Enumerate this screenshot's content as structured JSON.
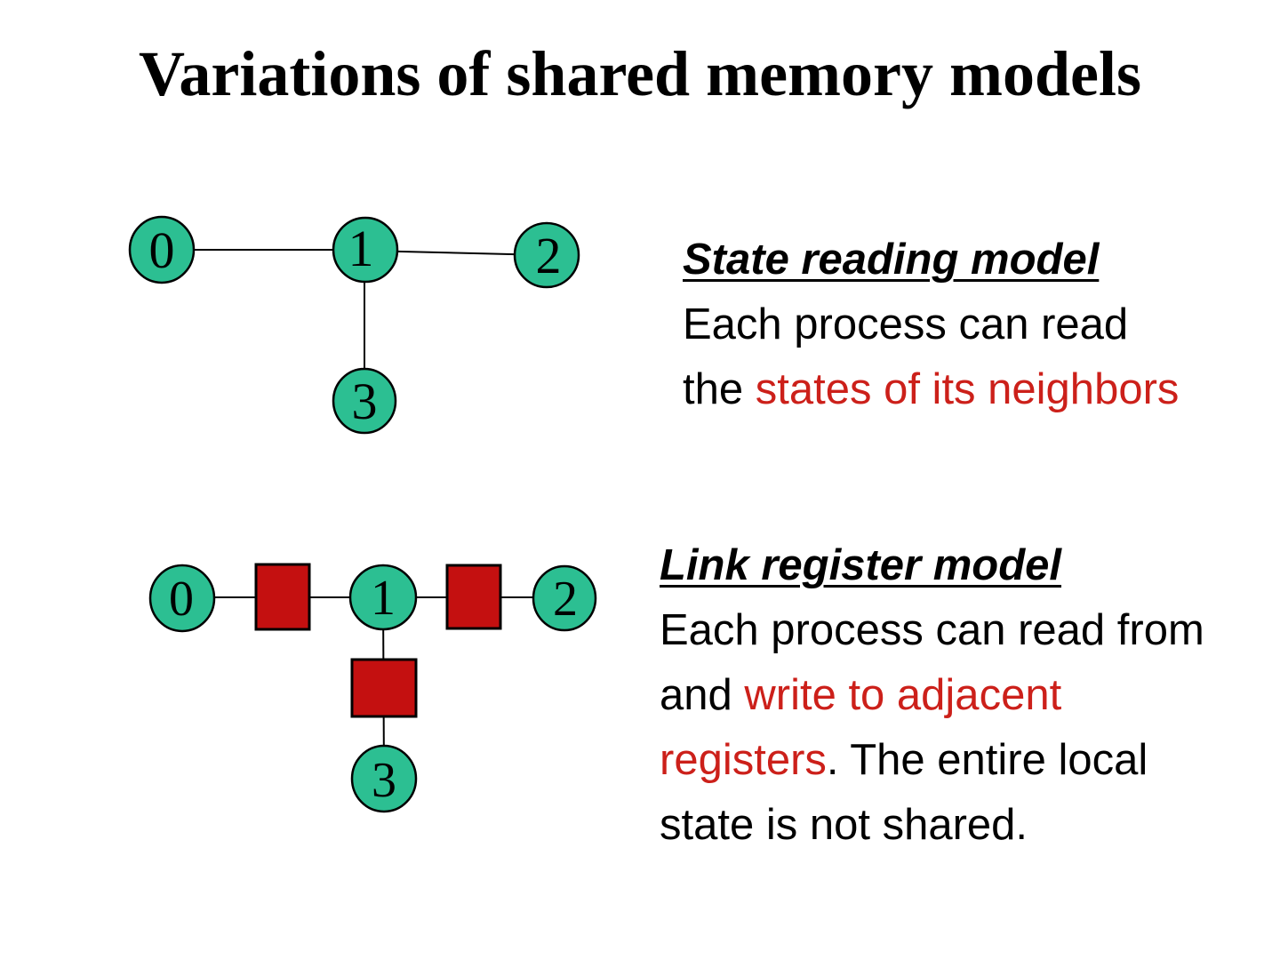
{
  "slide": {
    "title": "Variations of shared memory models"
  },
  "colors": {
    "node_fill": "#2CBF92",
    "node_stroke": "#000000",
    "register_fill": "#C41010",
    "register_stroke": "#000000",
    "edge_stroke": "#000000",
    "body_text": "#000000",
    "accent_text": "#CC201A"
  },
  "state_reading_graph": {
    "node_labels": [
      "0",
      "1",
      "2",
      "3"
    ]
  },
  "link_register_graph": {
    "node_labels": [
      "0",
      "1",
      "2",
      "3"
    ]
  },
  "state_reading_text": {
    "heading": "State reading model",
    "line1": "Each process can read",
    "line2_prefix": "the ",
    "line2_highlight": "states of its neighbors"
  },
  "link_register_text": {
    "heading": "Link register model",
    "line1": "Each process can read from",
    "line2_prefix": "and ",
    "line2_highlight": "write to adjacent",
    "line3_highlight": "registers",
    "line3_suffix": ". The entire local",
    "line4": "state is not shared."
  }
}
